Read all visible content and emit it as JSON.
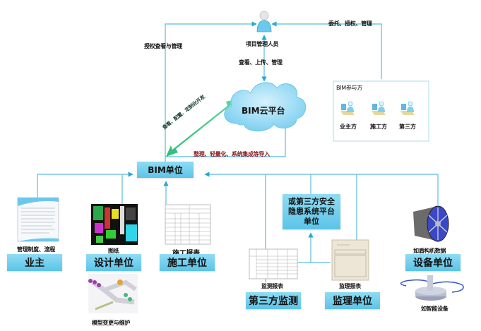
{
  "diagram": {
    "title": "BIM平台协同管理关系图",
    "top_person": {
      "label": "项目管理人员",
      "icon": "user-icon"
    },
    "cloud": {
      "label": "BIM云平台",
      "icon": "cloud-icon"
    },
    "bim_unit": {
      "label": "BIM单位"
    },
    "edges": {
      "bim_to_person": "授权查看与管理",
      "person_to_cloud": "查看、上传、管理",
      "participants_to_person": "委托、授权、管理",
      "bim_cloud_bidirectional": "查看、配置、定制化开发",
      "bim_to_cloud": "整理、轻量化、系统集成等导入"
    },
    "participants": {
      "title": "BIM参与方",
      "items": [
        {
          "label": "业主方",
          "icon": "workstation-user-icon"
        },
        {
          "label": "施工方",
          "icon": "workstation-user-icon"
        },
        {
          "label": "第三方",
          "icon": "workstation-user-icon"
        }
      ]
    },
    "units": [
      {
        "key": "owner",
        "label": "业主",
        "doc_label": "管理制度、流程",
        "doc_icon": "document-icon"
      },
      {
        "key": "design",
        "label": "设计单位",
        "doc_label": "图纸",
        "doc_icon": "cad-drawing-icon",
        "extra_label": "模型变更与维护",
        "extra_icon": "bim-model-icon"
      },
      {
        "key": "construction",
        "label": "施工单位",
        "doc_label": "施工报表",
        "doc_icon": "report-table-icon"
      },
      {
        "key": "safety_platform",
        "label": "或第三方安全隐患系统平台单位"
      },
      {
        "key": "third_party",
        "label": "第三方监测",
        "doc_label": "监测报表",
        "doc_icon": "monitoring-table-icon"
      },
      {
        "key": "supervision",
        "label": "监理单位",
        "doc_label": "监理报表",
        "doc_icon": "supervision-report-icon"
      },
      {
        "key": "equipment",
        "label": "设备单位",
        "doc_label": "如盾构机数据",
        "doc_icon": "tbm-machine-icon",
        "extra_label": "如智能设备",
        "extra_icon": "smart-sensor-icon"
      }
    ],
    "colors": {
      "box_fill": "#6ccbec",
      "line": "#5bbcd9",
      "arrow_green": "#3cc48a",
      "red_text": "#8b1a1a",
      "cloud_fill": "#9fdcf5"
    }
  }
}
